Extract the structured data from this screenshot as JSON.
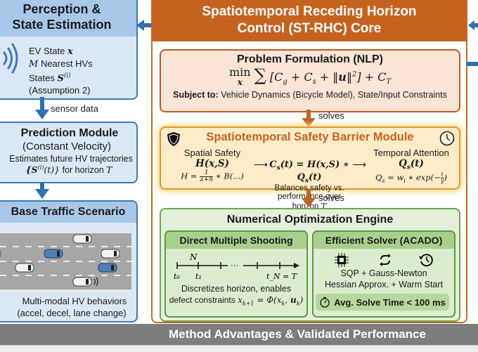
{
  "perception": {
    "title_line1": "Perception &",
    "title_line2": "State Estimation",
    "lines": [
      "EV State",
      "Nearest HVs",
      "States",
      "(Assumption 2)"
    ],
    "sym_x": "x",
    "sym_M": "M",
    "sym_S": "S",
    "sym_sup": "(i)"
  },
  "arrow_labels": {
    "sensor_data": "sensor data",
    "solves_1": "solves",
    "solves_2": "solves"
  },
  "prediction": {
    "title": "Prediction Module",
    "subtitle": "(Constant Velocity)",
    "line1": "Estimates future HV trajectories",
    "line2_math": "{S",
    "line2_sup": "(i)",
    "line2_tail": "(t)}",
    "line2_text": " for horizon ",
    "line2_T": "T"
  },
  "scenario": {
    "title": "Base Traffic Scenario",
    "line1": "Multi-modal HV behaviors",
    "line2": "(accel, decel, lane change)"
  },
  "core": {
    "title_line1": "Spatiotemporal Receding Horizon",
    "title_line2": "Control (ST-RHC) Core",
    "nlp": {
      "title": "Problem Formulation (NLP)",
      "formula_min": "min",
      "formula_sub": "x",
      "formula_body": "∑ [C",
      "formula_rest": "g + C",
      "formula_full": "[C_g + C_s + ||u||² ] + C_T",
      "subject_label": "Subject to:",
      "subject_text": "Vehicle Dynamics (Bicycle Model), State/Input Constraints"
    },
    "barrier": {
      "title": "Spatiotemporal Safety Barrier Module",
      "spatial_label": "Spatial Safety",
      "spatial_sym": "H(x,S)",
      "spatial_def": "H = 1/(λ+h) * B(...)",
      "combine": "C_s(t) = H(x,S) * Q_s(t)",
      "combine_desc_1": "Balances safety vs.",
      "combine_desc_2": "performance over horizon T",
      "temporal_label": "Temporal Attention",
      "temporal_sym": "Q_s(t)",
      "temporal_def": "Q_s = w_i * exp(−t/γ)"
    },
    "engine": {
      "title": "Numerical Optimization Engine",
      "dms": {
        "title": "Direct Multiple Shooting",
        "label_N": "N",
        "t0": "t0",
        "t1": "t1",
        "tN": "tN = T",
        "ellipsis": "···",
        "desc1": "Discretizes horizon, enables",
        "desc2": "defect constraints x_{k+1} = Φ(x_k, u_k)"
      },
      "solver": {
        "title": "Efficient Solver (ACADO)",
        "line1": "SQP + Gauss-Newton",
        "line2": "Hessian Approx. + Warm Start",
        "time_badge": "Avg. Solve Time < 100 ms"
      }
    }
  },
  "bottom": {
    "title": "Method Advantages & Validated Performance"
  },
  "colors": {
    "blue_accent": "#3f79b5",
    "orange_accent": "#c6621f",
    "green_accent": "#6fa64d",
    "band_gray": "#7d7d7d"
  }
}
